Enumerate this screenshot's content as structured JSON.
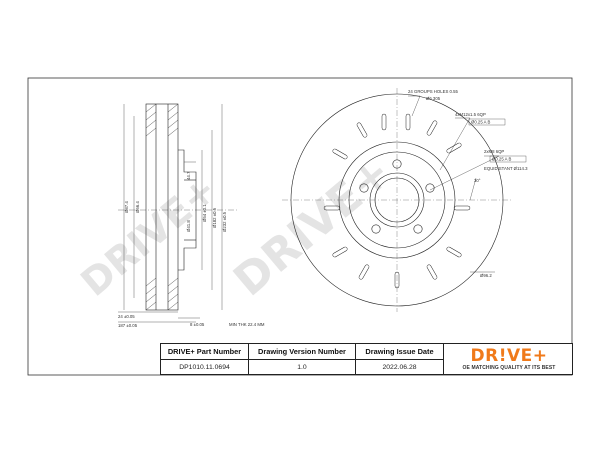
{
  "watermark": "DRIVE+",
  "side_view": {
    "dims": [
      "24 ±0.05",
      "Ø87.4",
      "Ø56.4",
      "Ø54 ±0.1",
      "Ø182 ±0.5",
      "Ø232 ±0.5",
      "Ø257 ±0.5",
      "187 ±0.05",
      "8 ±0.05",
      "MIN THK 22.4 MM",
      "44.7",
      "Ø41.8"
    ]
  },
  "front_view": {
    "annotations": [
      "24 GROUPS HOLES 0.55",
      "Ø6.305",
      "4xM12x1.5 6QP",
      "Ø0.25 A B",
      "2xM8 6QP",
      "Ø0.25 A B",
      "EQUIDISTANT Ø114.3",
      "30°",
      "Ø96.2"
    ]
  },
  "title_block": {
    "part_number_label": "DRIVE+ Part Number",
    "version_label": "Drawing Version Number",
    "issue_date_label": "Drawing Issue Date",
    "part_number": "DP1010.11.0694",
    "version": "1.0",
    "issue_date": "2022.06.28"
  },
  "logo": {
    "text": "DR!VE+",
    "tagline": "OE MATCHING QUALITY AT ITS BEST",
    "color": "#f07a1a"
  }
}
